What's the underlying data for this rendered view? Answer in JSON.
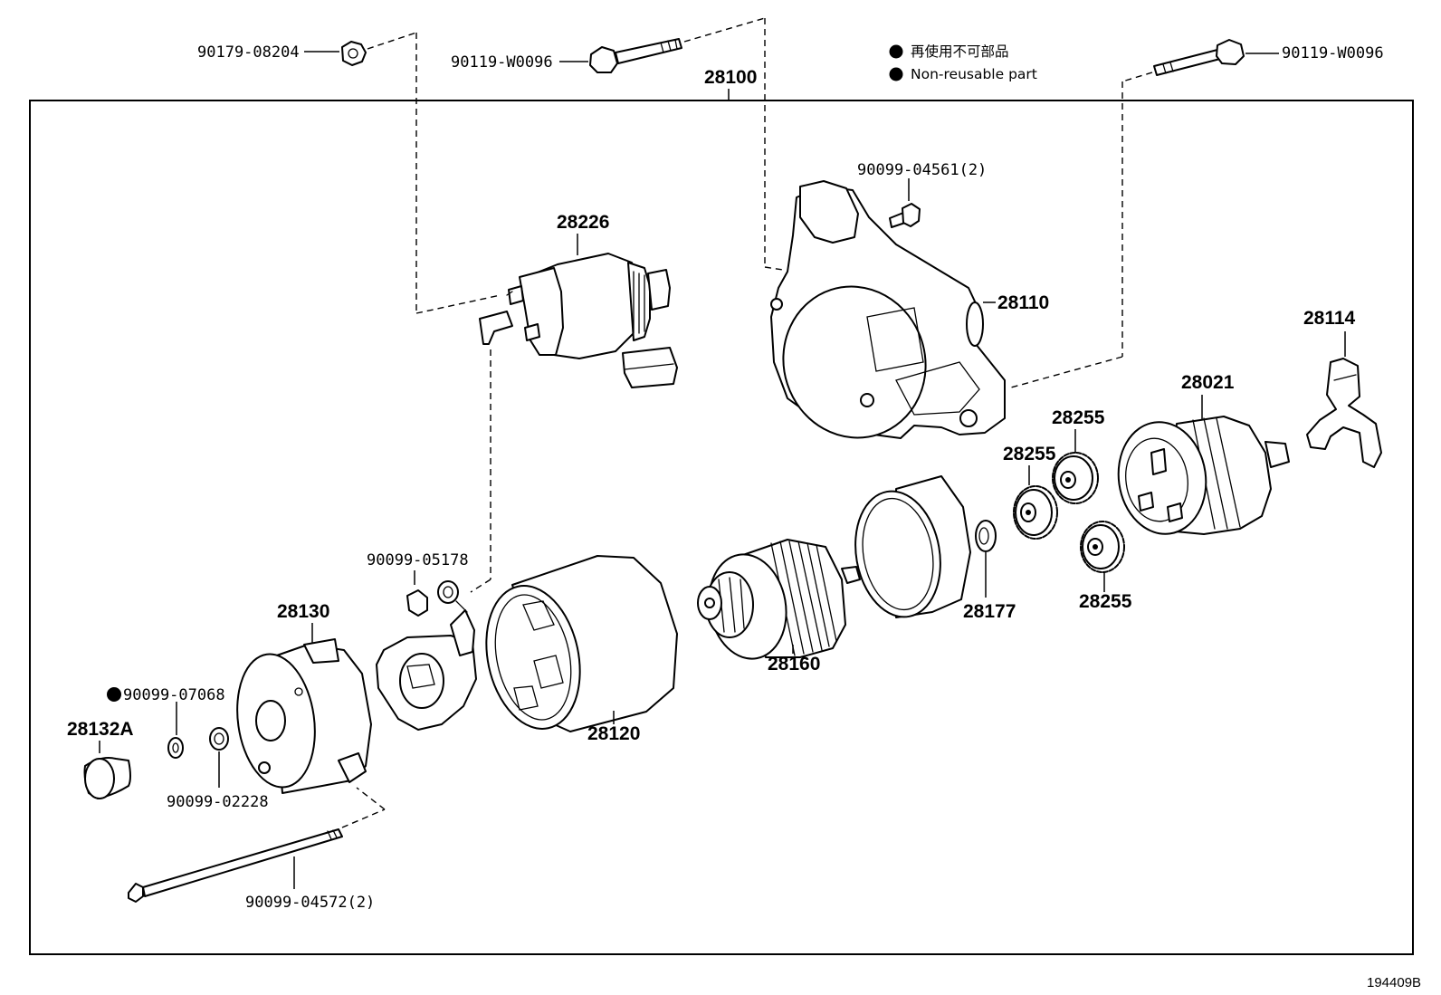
{
  "legend": {
    "jp": "再使用不可部品",
    "en": "Non-reusable part"
  },
  "figure_id": "194409B",
  "labels": {
    "p90179_08204": "90179-08204",
    "p90119_W0096_left": "90119-W0096",
    "p28100": "28100",
    "p90119_W0096_right": "90119-W0096",
    "p90099_04561": "90099-04561(2)",
    "p28226": "28226",
    "p28110": "28110",
    "p28114": "28114",
    "p28021": "28021",
    "p28255_a": "28255",
    "p28255_b": "28255",
    "p28255_c": "28255",
    "p90099_05178": "90099-05178",
    "p28130": "28130",
    "p28177": "28177",
    "p28160": "28160",
    "p90099_07068": "90099-07068",
    "p28132A": "28132A",
    "p28120": "28120",
    "p90099_02228": "90099-02228",
    "p90099_04572": "90099-04572(2)"
  }
}
